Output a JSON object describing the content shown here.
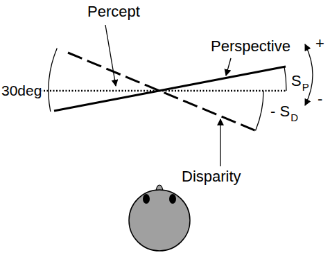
{
  "diagram": {
    "labels": [
      "Percept",
      "Perspective",
      "30deg",
      "S",
      "P",
      "+",
      "-",
      "- S",
      "D",
      "Disparity"
    ]
  }
}
